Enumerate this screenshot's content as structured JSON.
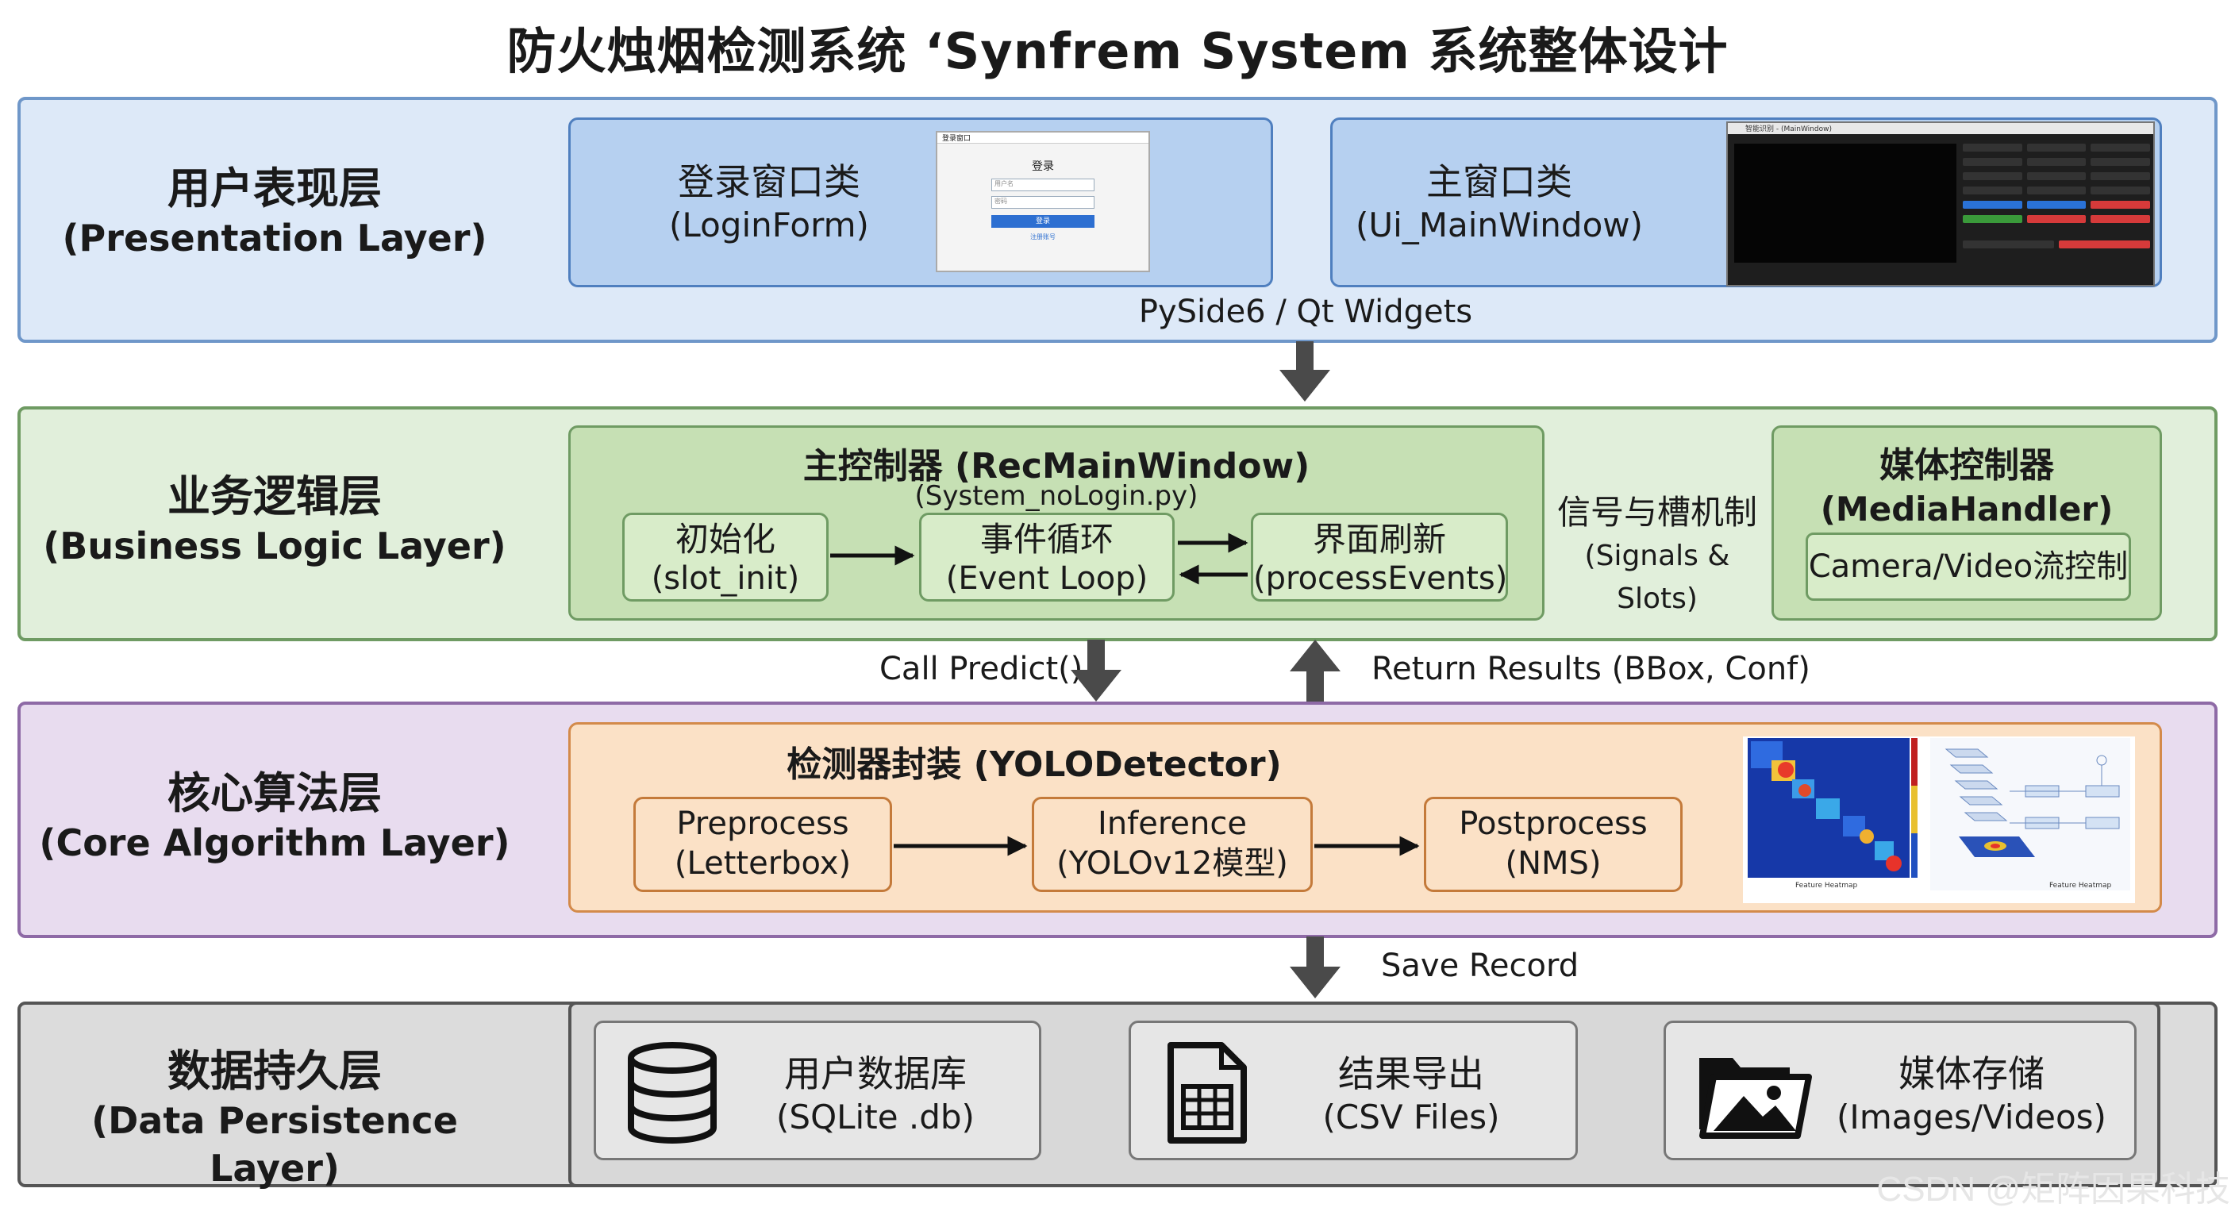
{
  "title": "防火烛烟检测系统 ‘Synfrem System 系统整体设计",
  "layers": {
    "presentation": {
      "zh": "用户表现层",
      "en": "(Presentation Layer)",
      "login": {
        "zh": "登录窗口类",
        "en": "(LoginForm)"
      },
      "main": {
        "zh": "主窗口类",
        "en": "(Ui_MainWindow)"
      },
      "login_window": {
        "window_title": "登录窗口",
        "title": "登录",
        "user_placeholder": "用户名",
        "pass_placeholder": "密码",
        "button": "登录",
        "link": "注册账号"
      },
      "main_window": {
        "window_title": "智能识别 - (MainWindow)"
      },
      "tech": "PySide6 / Qt Widgets"
    },
    "business": {
      "zh": "业务逻辑层",
      "en": "(Business Logic Layer)",
      "controller_title": "主控制器 (RecMainWindow)",
      "controller_sub": "(System_noLogin.py)",
      "steps": [
        {
          "zh": "初始化",
          "en": "(slot_init)"
        },
        {
          "zh": "事件循环",
          "en": "(Event Loop)"
        },
        {
          "zh": "界面刷新",
          "en": "(processEvents)"
        }
      ],
      "signals": {
        "zh": "信号与槽机制",
        "en": "(Signals & Slots)"
      },
      "media": {
        "zh": "媒体控制器",
        "en": "(MediaHandler)",
        "sub": "Camera/Video流控制"
      }
    },
    "core": {
      "zh": "核心算法层",
      "en": "(Core Algorithm Layer)",
      "detector_title": "检测器封装 (YOLODetector)",
      "steps": [
        {
          "l1": "Preprocess",
          "l2": "(Letterbox)"
        },
        {
          "l1": "Inference",
          "l2": "(YOLOv12模型)"
        },
        {
          "l1": "Postprocess",
          "l2": "(NMS)"
        }
      ],
      "heatmap_caption_1": "Feature Heatmap",
      "heatmap_caption_2": "Feature Heatmap"
    },
    "persistence": {
      "zh": "数据持久层",
      "en": "(Data Persistence Layer)",
      "stores": [
        {
          "zh": "用户数据库",
          "en": "(SQLite .db)",
          "icon": "database-icon"
        },
        {
          "zh": "结果导出",
          "en": "(CSV Files)",
          "icon": "spreadsheet-file-icon"
        },
        {
          "zh": "媒体存储",
          "en": "(Images/Videos)",
          "icon": "image-folder-icon"
        }
      ]
    }
  },
  "connectors": {
    "call_predict": "Call Predict()",
    "return_results": "Return Results (BBox, Conf)",
    "save_record": "Save Record"
  },
  "watermark": "CSDN @矩阵因果科技",
  "colors": {
    "presentation_bg": "#dde9f8",
    "business_bg": "#e1efdb",
    "core_bg": "#e8dcef",
    "persistence_bg": "#dcdcdc",
    "detector_bg": "#fbe1c6",
    "arrow": "#4a4a4a"
  }
}
